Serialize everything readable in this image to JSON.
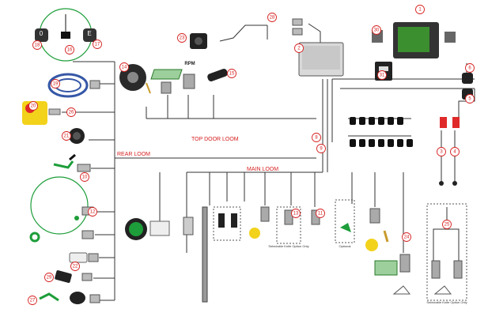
{
  "diagram": {
    "loom_labels": {
      "top_door": "TOP DOOR LOOM",
      "rear": "REAR LOOM",
      "main": "MAIN LOOM"
    },
    "rpm_label": "RPM",
    "option_selectable": "Selectable Knife Option Only",
    "option_optional": "Optional",
    "option_selectable_2": "Selectable Knife Option Only",
    "callouts": [
      "1",
      "2",
      "3",
      "4",
      "5",
      "6",
      "8",
      "9",
      "10",
      "11",
      "12",
      "13",
      "14",
      "15",
      "16",
      "17",
      "18",
      "19",
      "20",
      "21",
      "22",
      "23",
      "24",
      "25",
      "26",
      "27",
      "28",
      "29",
      "30",
      "31"
    ]
  }
}
